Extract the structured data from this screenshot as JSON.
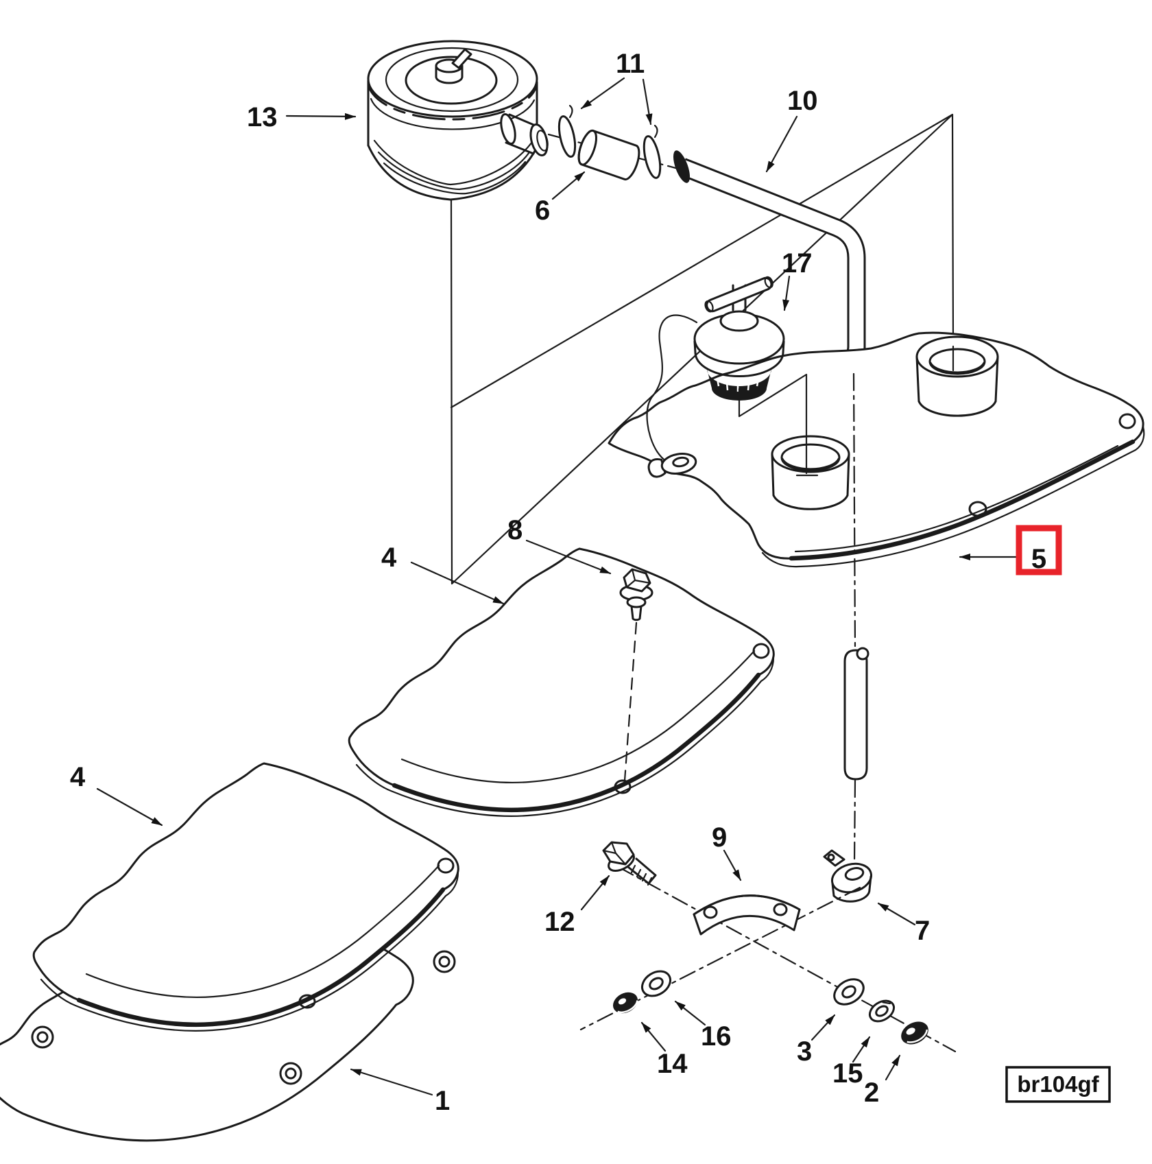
{
  "figure": {
    "type": "exploded-parts-diagram",
    "code": "br104gf",
    "highlight": {
      "label": "5",
      "color": "#e8232a"
    },
    "colors": {
      "line": "#1a1a1a",
      "background": "#ffffff"
    },
    "callouts": [
      {
        "label": "13"
      },
      {
        "label": "11"
      },
      {
        "label": "6"
      },
      {
        "label": "10"
      },
      {
        "label": "17"
      },
      {
        "label": "5"
      },
      {
        "label": "4"
      },
      {
        "label": "8"
      },
      {
        "label": "4"
      },
      {
        "label": "1"
      },
      {
        "label": "12"
      },
      {
        "label": "9"
      },
      {
        "label": "7"
      },
      {
        "label": "14"
      },
      {
        "label": "16"
      },
      {
        "label": "3"
      },
      {
        "label": "15"
      },
      {
        "label": "2"
      }
    ]
  }
}
